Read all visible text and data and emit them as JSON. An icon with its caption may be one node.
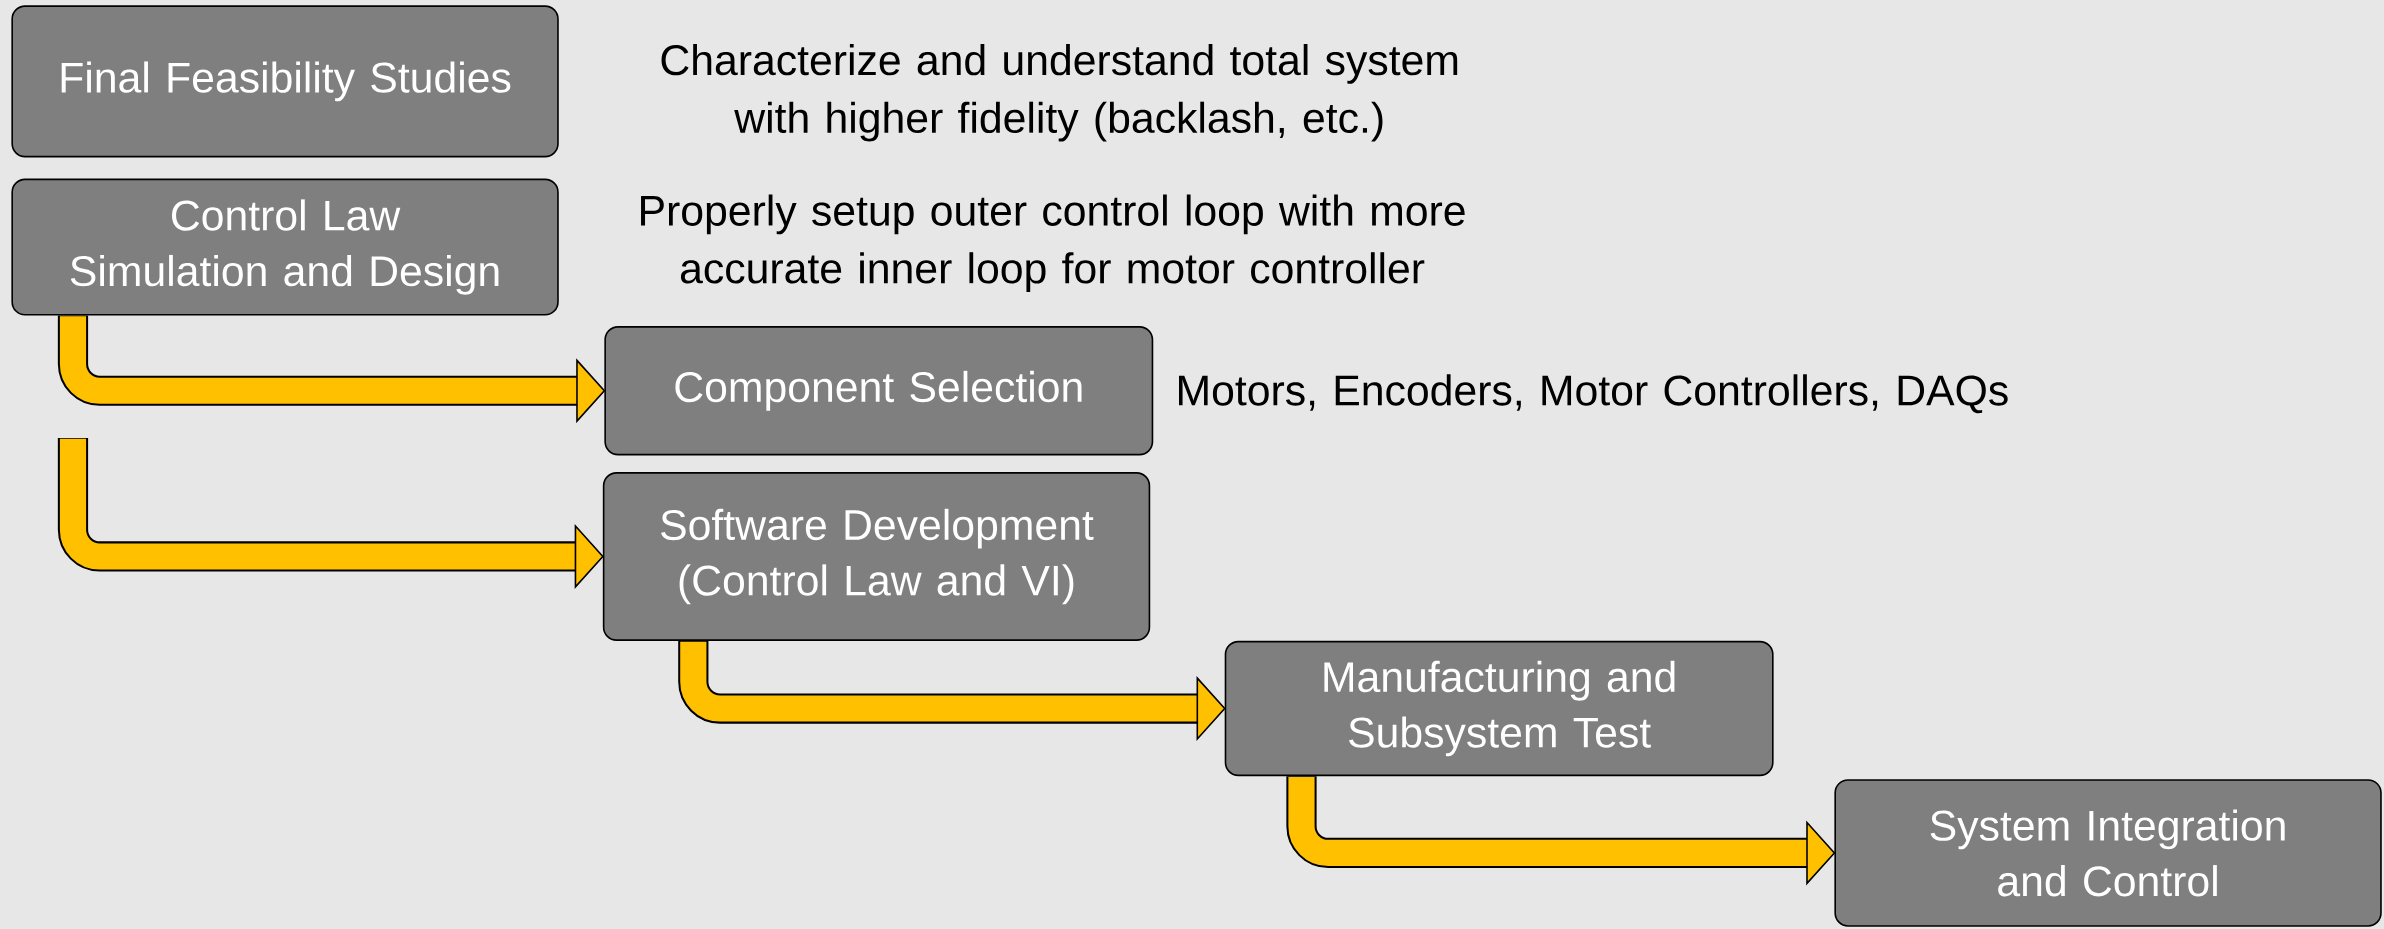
{
  "diagram": {
    "nodes": [
      {
        "text": [
          "Final Feasibility Studies"
        ]
      },
      {
        "text": [
          "Control Law Simulation and Design"
        ]
      },
      {
        "text": [
          "Component Selection"
        ],
        "beside": [
          "Motors, Encoders, Motor Controllers, DAQs"
        ]
      },
      {
        "text": [
          "Software Development (Control Law and VI)"
        ]
      },
      {
        "text": [
          "Manufacturing and Subsystem Test"
        ]
      },
      {
        "text": [
          "System Integration and Control"
        ]
      }
    ],
    "edges": [
      {
        "from": 1,
        "to": 2,
        "arrow": "to"
      },
      {
        "from": null,
        "to": 3,
        "arrow": "to"
      },
      {
        "from": 3,
        "to": 4,
        "arrow": "to"
      },
      {
        "from": 4,
        "to": 5,
        "arrow": "to"
      }
    ],
    "labels": [
      "Characterize and understand total system with higher fidelity (backlash, etc.)",
      "Properly setup outer control loop with more accurate inner loop for motor controller"
    ]
  }
}
